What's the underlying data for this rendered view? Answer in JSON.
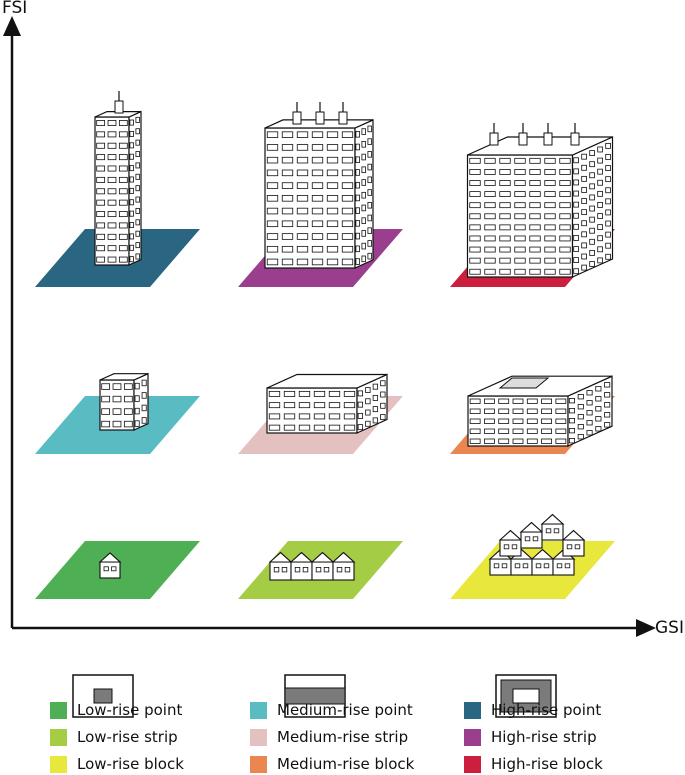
{
  "axes": {
    "y_label": "FSI",
    "x_label": "GSI"
  },
  "colors": {
    "high_point": "#2a6681",
    "high_strip": "#9a3f8d",
    "high_block": "#cc1f3d",
    "medium_point": "#59bcc3",
    "medium_strip": "#e3c1c1",
    "medium_block": "#ec8650",
    "low_point": "#4eaf55",
    "low_strip": "#a4cc45",
    "low_block": "#e8e73c"
  },
  "legend": [
    {
      "label": "Low-rise point",
      "color": "#4eaf55"
    },
    {
      "label": "Medium-rise point",
      "color": "#59bcc3"
    },
    {
      "label": "High-rise point",
      "color": "#2a6681"
    },
    {
      "label": "Low-rise strip",
      "color": "#a4cc45"
    },
    {
      "label": "Medium-rise strip",
      "color": "#e3c1c1"
    },
    {
      "label": "High-rise strip",
      "color": "#9a3f8d"
    },
    {
      "label": "Low-rise block",
      "color": "#e8e73c"
    },
    {
      "label": "Medium-rise block",
      "color": "#ec8650"
    },
    {
      "label": "High-rise block",
      "color": "#cc1f3d"
    }
  ]
}
